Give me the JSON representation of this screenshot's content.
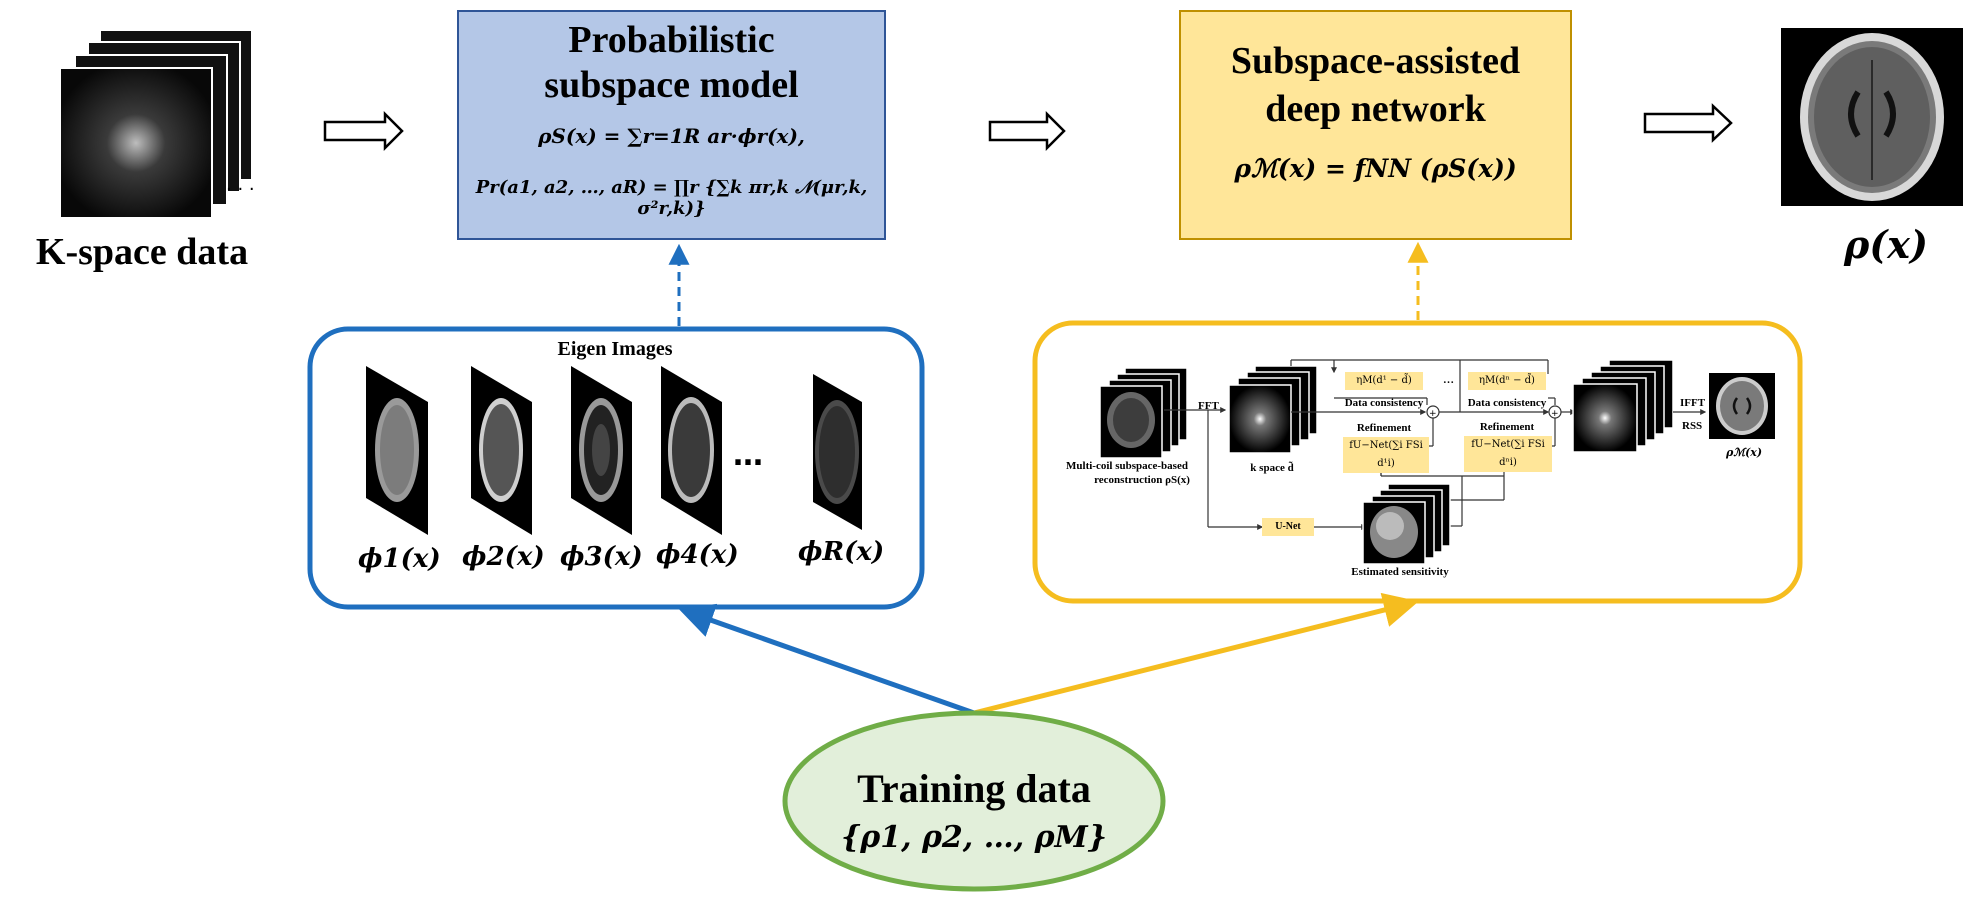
{
  "input": {
    "label": "K-space data"
  },
  "prob_model": {
    "title_line1": "Probabilistic",
    "title_line2": "subspace model",
    "eq1": "ρS(x) = ∑r=1R ar·ϕr(x),",
    "eq2": "Pr(a1, a2, …, aR) = ∏r {∑k πr,k 𝒩(μr,k, σ²r,k)}"
  },
  "deep_net": {
    "title_line1": "Subspace-assisted",
    "title_line2": "deep network",
    "eq": "ρℳ(x) = fNN (ρS(x))"
  },
  "output": {
    "label": "ρ(x)"
  },
  "eigen": {
    "title": "Eigen Images",
    "labels": [
      "ϕ1(x)",
      "ϕ2(x)",
      "ϕ3(x)",
      "ϕ4(x)",
      "ϕR(x)"
    ],
    "ellipsis": "…"
  },
  "network_detail": {
    "fft": "FFT",
    "multicoil_line1": "Multi-coil subspace-based",
    "multicoil_line2": "reconstruction  ρS(x)",
    "kspace": "k space d̃",
    "dc_top1": "ηM(d¹ − d̃)",
    "dc_label1": "Data consistency",
    "ref_label1": "Refinement",
    "ref_eq1": "fU−Net(∑i FSi d¹i)",
    "dc_top2": "ηM(dⁿ − d̃)",
    "dc_label2": "Data consistency",
    "ref_label2": "Refinement",
    "ref_eq2": "fU−Net(∑i FSi dⁿi)",
    "ifft": "IFFT",
    "rss": "RSS",
    "out_label": "ρℳ(x)",
    "unet": "U-Net",
    "est_sens": "Estimated sensitivity",
    "dots": "…"
  },
  "training": {
    "title": "Training data",
    "set": "{ρ1, ρ2, …, ρM}"
  },
  "colors": {
    "blue_box": "#b4c7e7",
    "yellow_box": "#ffe699",
    "blue_line": "#1f6fbf",
    "yellow_line": "#f5bd1f",
    "green_line": "#70ad47",
    "green_fill": "#e2efda"
  }
}
